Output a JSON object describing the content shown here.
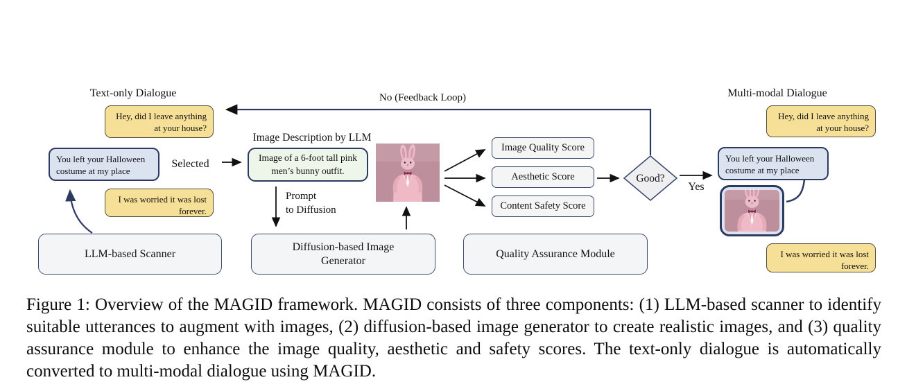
{
  "figure": {
    "caption": "Figure 1: Overview of the MAGID framework. MAGID consists of three components: (1) LLM-based scanner to identify suitable utterances to augment with images, (2) diffusion-based image generator to create realistic images, and (3) quality assurance module to enhance the image quality, aesthetic and safety scores. The text-only dialogue is automatically converted to multi-modal dialogue using MAGID."
  },
  "text_only": {
    "title": "Text-only Dialogue",
    "bubble1": "Hey, did I leave anything at your house?",
    "bubble2": "You left your Halloween costume at my place",
    "bubble3": "I was worried it was lost forever."
  },
  "multimodal": {
    "title": "Multi-modal Dialogue",
    "bubble1": "Hey, did I leave anything at your house?",
    "bubble2": "You left your Halloween costume at my place",
    "bubble3": "I was worried it was lost forever.",
    "image_alt": "bunny-costume-photo"
  },
  "labels": {
    "selected": "Selected",
    "feedback": "No (Feedback Loop)",
    "image_desc": "Image Description by LLM",
    "prompt_line1": "Prompt",
    "prompt_line2": "to Diffusion",
    "good": "Good?",
    "yes": "Yes"
  },
  "boxes": {
    "scanner": "LLM-based Scanner",
    "generator": "Diffusion-based Image Generator",
    "qa": "Quality Assurance Module",
    "description": "Image of a 6-foot tall pink men’s bunny outfit.",
    "scores": [
      "Image Quality Score",
      "Aesthetic Score",
      "Content Safety Score"
    ]
  },
  "appearance": {
    "navy": "#2c3a62",
    "bubble_yellow": "#f6df96",
    "bubble_blue": "#dbe3f0",
    "desc_green": "#eef6ea",
    "box_gray": "#f4f5f7",
    "diamond_gray": "#efeff1",
    "photo_bg_pink": "#bd8f9d",
    "arrow_black": "#111111"
  }
}
